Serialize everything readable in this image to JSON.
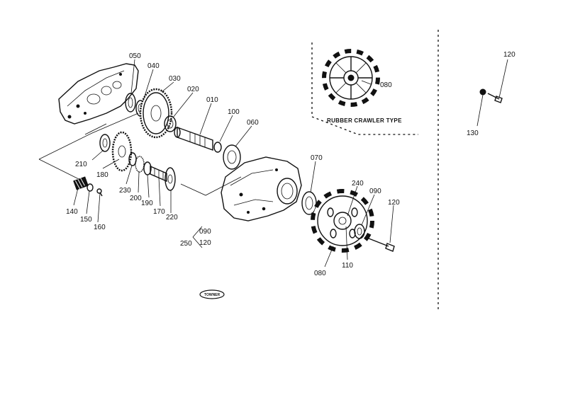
{
  "parts": {
    "p050": "050",
    "p040": "040",
    "p030": "030",
    "p020": "020",
    "p010": "010",
    "p100": "100",
    "p060": "060",
    "p080_top": "080",
    "p120_right": "120",
    "p130": "130",
    "p210": "210",
    "p180": "180",
    "p230": "230",
    "p200": "200",
    "p190": "190",
    "p170": "170",
    "p220": "220",
    "p140": "140",
    "p150": "150",
    "p160": "160",
    "p070": "070",
    "p240": "240",
    "p090": "090",
    "p120_mid": "120",
    "p080_bottom": "080",
    "p110": "110",
    "p250": "250",
    "p090_ref": "090",
    "p120_ref": "120"
  },
  "inset_caption": "RUBBER CRAWLER TYPE",
  "stamp_text": "TOWNER"
}
